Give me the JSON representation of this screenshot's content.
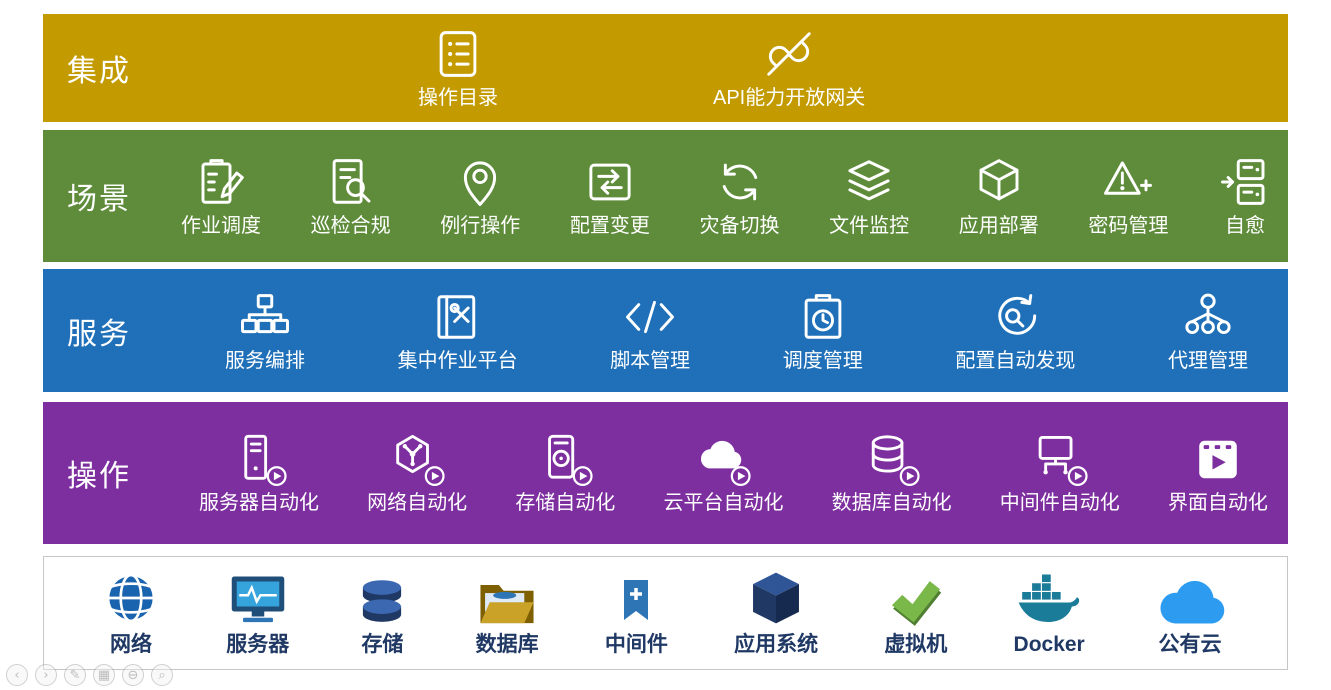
{
  "bands": {
    "integration": {
      "label": "集成",
      "color": "#C39B00",
      "items": [
        {
          "label": "操作目录",
          "icon": "operation-catalog-icon"
        },
        {
          "label": "API能力开放网关",
          "icon": "api-gateway-icon"
        }
      ]
    },
    "scenario": {
      "label": "场景",
      "color": "#5F8C3B",
      "items": [
        {
          "label": "作业调度",
          "icon": "job-scheduling-icon"
        },
        {
          "label": "巡检合规",
          "icon": "inspection-compliance-icon"
        },
        {
          "label": "例行操作",
          "icon": "routine-operation-icon"
        },
        {
          "label": "配置变更",
          "icon": "config-change-icon"
        },
        {
          "label": "灾备切换",
          "icon": "disaster-recovery-icon"
        },
        {
          "label": "文件监控",
          "icon": "file-monitoring-icon"
        },
        {
          "label": "应用部署",
          "icon": "app-deployment-icon"
        },
        {
          "label": "密码管理",
          "icon": "password-management-icon"
        },
        {
          "label": "自愈",
          "icon": "self-healing-icon"
        }
      ]
    },
    "service": {
      "label": "服务",
      "color": "#1F70B8",
      "items": [
        {
          "label": "服务编排",
          "icon": "service-orchestration-icon"
        },
        {
          "label": "集中作业平台",
          "icon": "central-job-platform-icon"
        },
        {
          "label": "脚本管理",
          "icon": "script-management-icon"
        },
        {
          "label": "调度管理",
          "icon": "schedule-management-icon"
        },
        {
          "label": "配置自动发现",
          "icon": "config-auto-discovery-icon"
        },
        {
          "label": "代理管理",
          "icon": "agent-management-icon"
        }
      ]
    },
    "operation": {
      "label": "操作",
      "color": "#7E2F9F",
      "items": [
        {
          "label": "服务器自动化",
          "icon": "server-automation-icon"
        },
        {
          "label": "网络自动化",
          "icon": "network-automation-icon"
        },
        {
          "label": "存储自动化",
          "icon": "storage-automation-icon"
        },
        {
          "label": "云平台自动化",
          "icon": "cloud-automation-icon"
        },
        {
          "label": "数据库自动化",
          "icon": "database-automation-icon"
        },
        {
          "label": "中间件自动化",
          "icon": "middleware-automation-icon"
        },
        {
          "label": "界面自动化",
          "icon": "ui-automation-icon"
        }
      ]
    },
    "resources": {
      "label_color": "#1F3864",
      "items": [
        {
          "label": "网络",
          "icon": "network-icon"
        },
        {
          "label": "服务器",
          "icon": "server-icon"
        },
        {
          "label": "存储",
          "icon": "storage-icon"
        },
        {
          "label": "数据库",
          "icon": "database-icon"
        },
        {
          "label": "中间件",
          "icon": "middleware-icon"
        },
        {
          "label": "应用系统",
          "icon": "app-system-icon"
        },
        {
          "label": "虚拟机",
          "icon": "vm-icon"
        },
        {
          "label": "Docker",
          "icon": "docker-icon"
        },
        {
          "label": "公有云",
          "icon": "public-cloud-icon"
        }
      ]
    }
  },
  "viewer": {
    "buttons": [
      {
        "name": "prev-slide",
        "glyph": "‹"
      },
      {
        "name": "next-slide",
        "glyph": "›"
      },
      {
        "name": "pen-tool",
        "glyph": "✎"
      },
      {
        "name": "slide-panel",
        "glyph": "▦"
      },
      {
        "name": "zoom-out",
        "glyph": "⊖"
      },
      {
        "name": "magnifier",
        "glyph": "⌕"
      }
    ]
  }
}
